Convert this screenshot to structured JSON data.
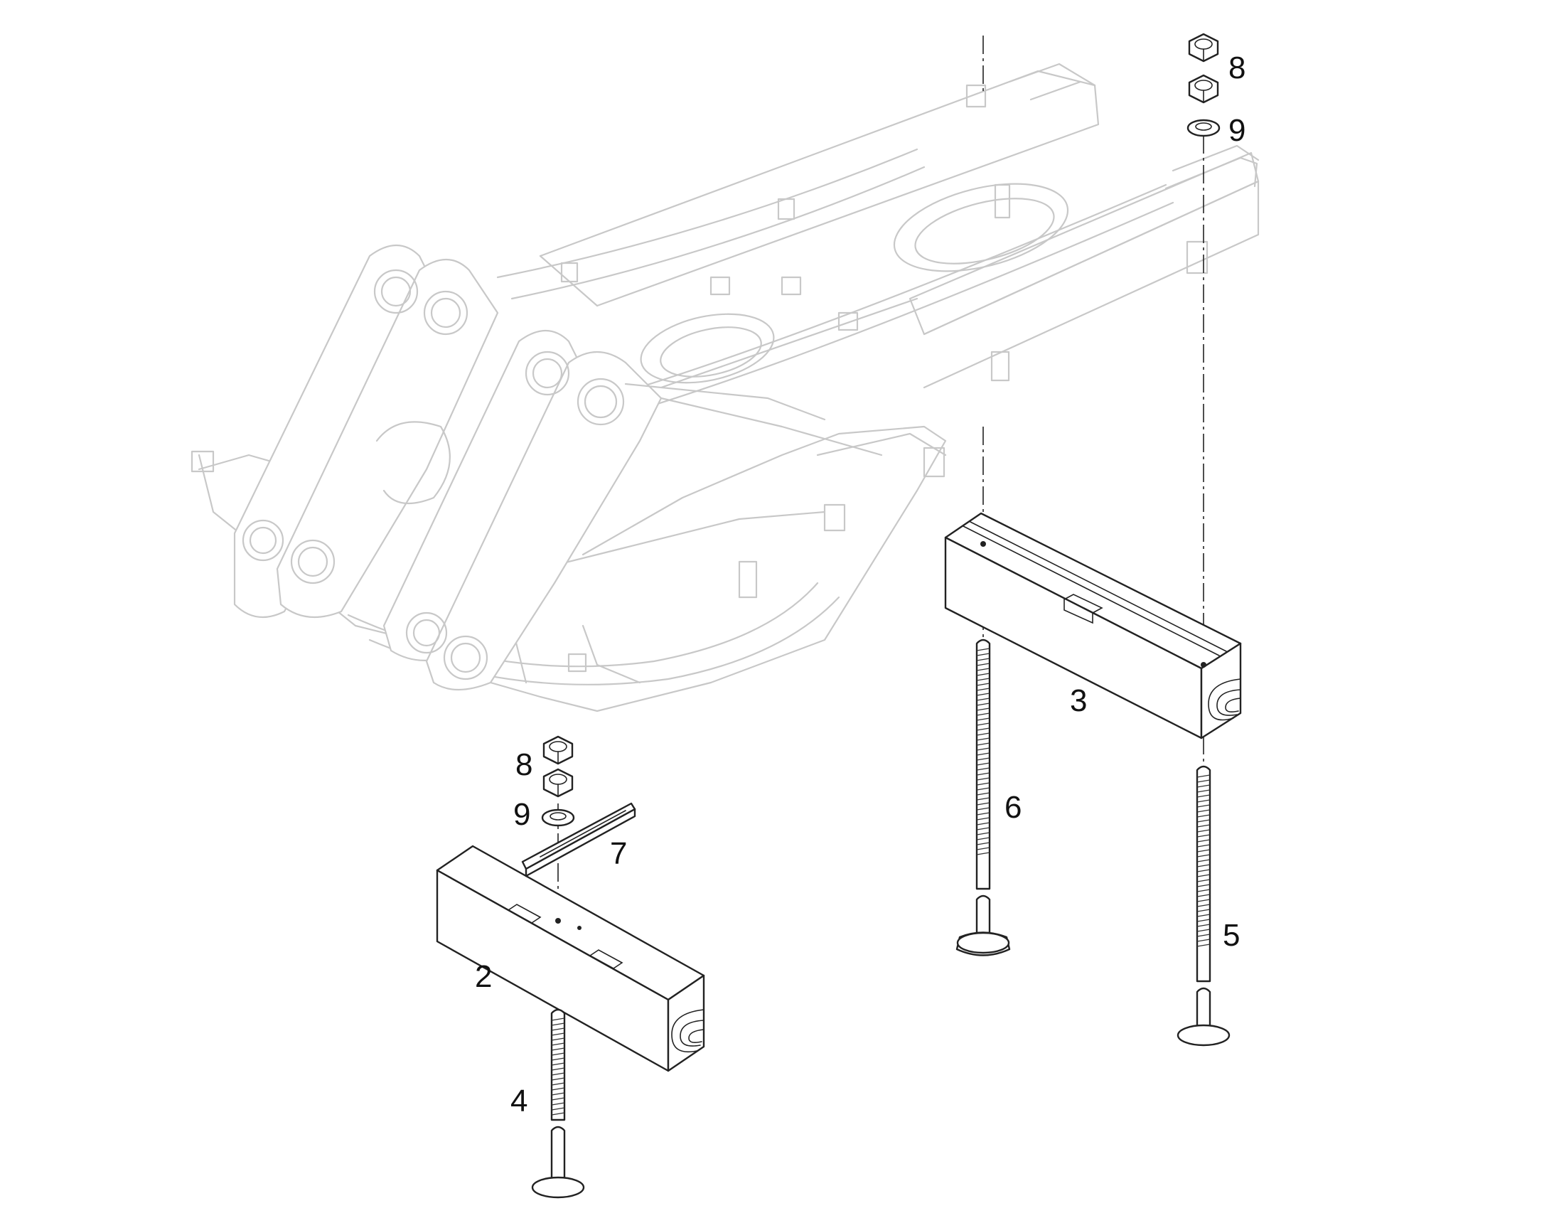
{
  "diagram": {
    "callouts": {
      "c2": "2",
      "c3": "3",
      "c4": "4",
      "c5": "5",
      "c6": "6",
      "c7": "7",
      "c8_top": "8",
      "c9_top": "9",
      "c8_bottom": "8",
      "c9_bottom": "9"
    }
  }
}
